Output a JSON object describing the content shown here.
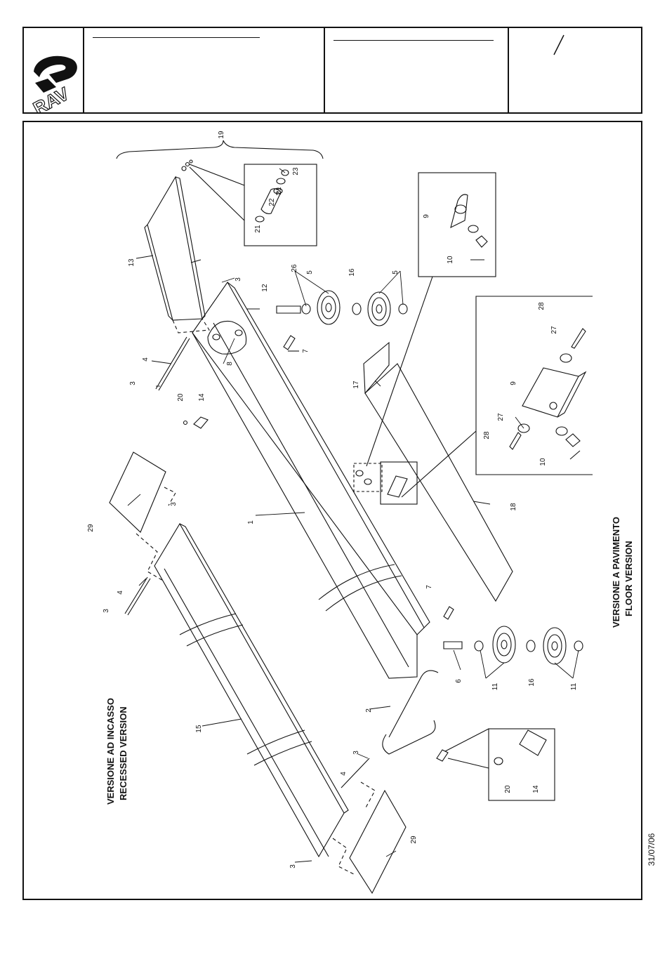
{
  "header": {
    "logo_text": "RAV",
    "page_mark": "/"
  },
  "footer": {
    "date": "31/07/06"
  },
  "diagram": {
    "version_recessed_it": "VERSIONE AD INCASSO",
    "version_recessed_en": "RECESSED VERSION",
    "version_floor_it": "VERSIONE A PAVIMENTO",
    "version_floor_en": "FLOOR VERSION",
    "callouts": [
      {
        "id": "c19",
        "label": "19"
      },
      {
        "id": "c23",
        "label": "23"
      },
      {
        "id": "c21a",
        "label": "21"
      },
      {
        "id": "c22",
        "label": "22"
      },
      {
        "id": "c21b",
        "label": "21"
      },
      {
        "id": "c13",
        "label": "13"
      },
      {
        "id": "c3a",
        "label": "3"
      },
      {
        "id": "c26",
        "label": "26"
      },
      {
        "id": "c5a",
        "label": "5"
      },
      {
        "id": "c16a",
        "label": "16"
      },
      {
        "id": "c5b",
        "label": "5"
      },
      {
        "id": "c12",
        "label": "12"
      },
      {
        "id": "c9a",
        "label": "9"
      },
      {
        "id": "c10a",
        "label": "10"
      },
      {
        "id": "c4a",
        "label": "4"
      },
      {
        "id": "c3b",
        "label": "3"
      },
      {
        "id": "c8",
        "label": "8"
      },
      {
        "id": "c7a",
        "label": "7"
      },
      {
        "id": "c20a",
        "label": "20"
      },
      {
        "id": "c14a",
        "label": "14"
      },
      {
        "id": "c17",
        "label": "17"
      },
      {
        "id": "c28a",
        "label": "28"
      },
      {
        "id": "c27a",
        "label": "27"
      },
      {
        "id": "c9b",
        "label": "9"
      },
      {
        "id": "c28b",
        "label": "28"
      },
      {
        "id": "c27b",
        "label": "27"
      },
      {
        "id": "c10b",
        "label": "10"
      },
      {
        "id": "c29a",
        "label": "29"
      },
      {
        "id": "c3c",
        "label": "3"
      },
      {
        "id": "c1",
        "label": "1"
      },
      {
        "id": "c18",
        "label": "18"
      },
      {
        "id": "c4b",
        "label": "4"
      },
      {
        "id": "c3d",
        "label": "3"
      },
      {
        "id": "c7b",
        "label": "7"
      },
      {
        "id": "c6",
        "label": "6"
      },
      {
        "id": "c11a",
        "label": "11"
      },
      {
        "id": "c16b",
        "label": "16"
      },
      {
        "id": "c11b",
        "label": "11"
      },
      {
        "id": "c2",
        "label": "2"
      },
      {
        "id": "c15",
        "label": "15"
      },
      {
        "id": "c3e",
        "label": "3"
      },
      {
        "id": "c4c",
        "label": "4"
      },
      {
        "id": "c20b",
        "label": "20"
      },
      {
        "id": "c14b",
        "label": "14"
      },
      {
        "id": "c29b",
        "label": "29"
      },
      {
        "id": "c3f",
        "label": "3"
      }
    ]
  }
}
